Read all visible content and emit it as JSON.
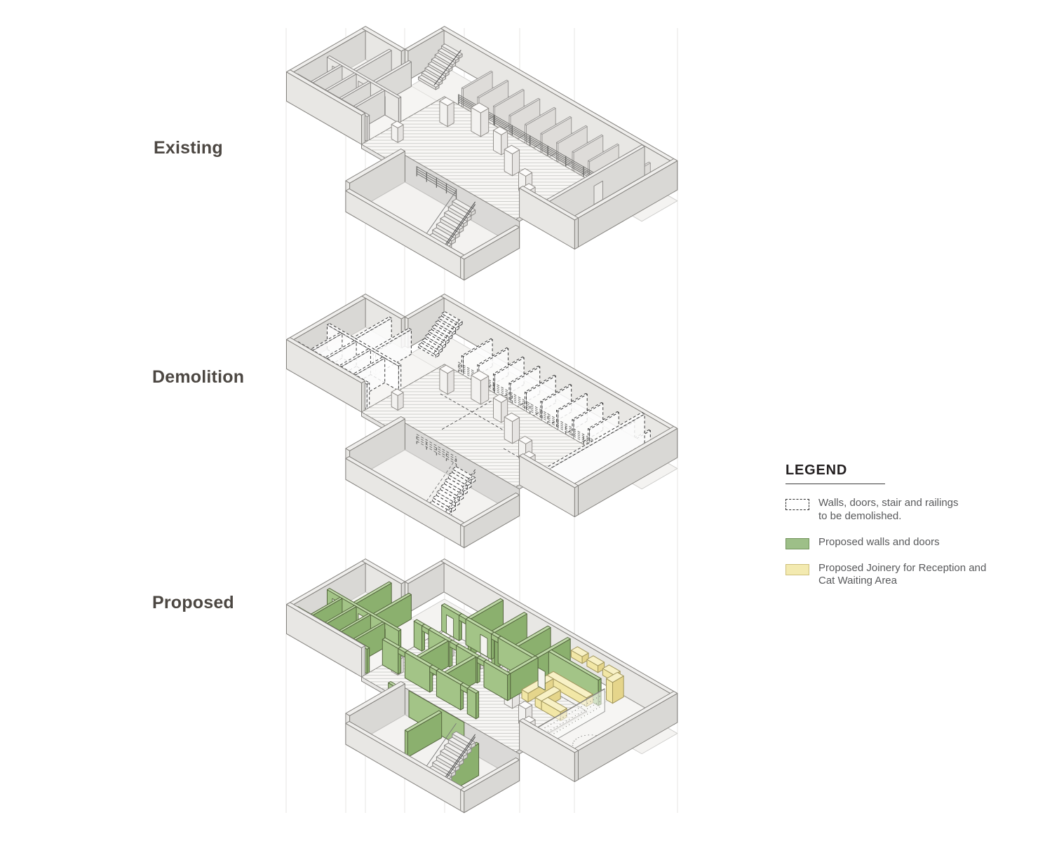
{
  "diagram": {
    "type": "exploded-axonometric-floor-plans",
    "levels": [
      {
        "id": "existing",
        "label": "Existing"
      },
      {
        "id": "demolition",
        "label": "Demolition"
      },
      {
        "id": "proposed",
        "label": "Proposed"
      }
    ]
  },
  "labels": {
    "existing": "Existing",
    "demolition": "Demolition",
    "proposed": "Proposed"
  },
  "legend": {
    "title": "LEGEND",
    "items": [
      {
        "swatch": "dashed",
        "lines": [
          "Walls, doors, stair and railings",
          "to be demolished."
        ]
      },
      {
        "swatch": "green",
        "lines": [
          "Proposed walls and doors",
          ""
        ]
      },
      {
        "swatch": "yellow",
        "lines": [
          "Proposed Joinery for Reception and",
          "Cat Waiting Area"
        ]
      }
    ]
  },
  "colors": {
    "proposed_walls": "#a3c487",
    "proposed_walls_swatch": "#9dbf88",
    "proposed_walls_border": "#72935c",
    "joinery": "#f2e7a6",
    "joinery_swatch": "#f3eab0",
    "joinery_border": "#cdbf79",
    "demolish_dash": "#2b2b2b",
    "label_text": "#4c4742",
    "legend_text": "#58595b",
    "shell_gray": "#e8e7e4",
    "line_gray": "#85837f"
  }
}
